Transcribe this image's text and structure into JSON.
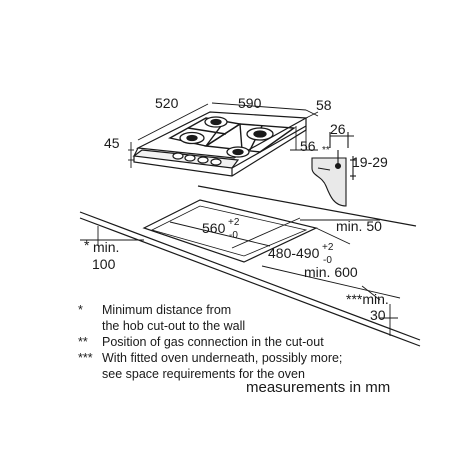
{
  "dimensions": {
    "hob_depth": "520",
    "hob_width": "590",
    "right_offset": "58",
    "height": "45",
    "gas_offset": "56",
    "connector_width": "26",
    "connector_height": "19-29",
    "cutout_width": "560",
    "cutout_width_tol_plus": "+2",
    "cutout_width_tol_minus": "-0",
    "cutout_depth": "480-490",
    "cutout_depth_tol_plus": "+2",
    "cutout_depth_tol_minus": "-0",
    "min_side_right": "min. 50",
    "min_back_prefix": "*",
    "min_back_label": "min.",
    "min_back_value": "100",
    "min_front": "min. 600",
    "min_oven_label": "***min.",
    "min_oven_value": "30",
    "gas_marker": "**"
  },
  "notes": [
    {
      "mark": "*",
      "text": "Minimum distance from"
    },
    {
      "mark": "",
      "text": "the hob cut-out to the wall"
    },
    {
      "mark": "**",
      "text": "Position of gas connection in the cut-out"
    },
    {
      "mark": "***",
      "text": "With fitted oven underneath, possibly more;"
    },
    {
      "mark": "",
      "text": "see space requirements for the oven"
    }
  ],
  "units_label": "measurements in mm"
}
